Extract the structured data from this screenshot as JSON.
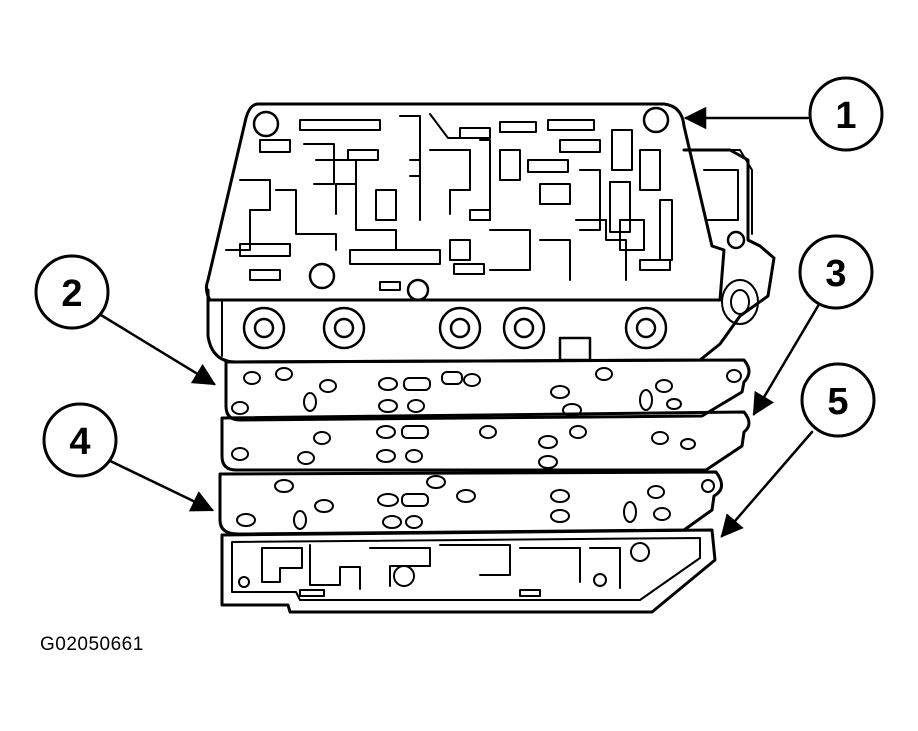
{
  "diagram": {
    "subject": "transmission valve body assembly exploded view",
    "callouts": [
      {
        "label": "1",
        "part": "upper valve body"
      },
      {
        "label": "2",
        "part": "separator plate gasket"
      },
      {
        "label": "3",
        "part": "separator plate"
      },
      {
        "label": "4",
        "part": "separator plate gasket"
      },
      {
        "label": "5",
        "part": "lower valve body"
      }
    ],
    "figure_code": "G02050661"
  }
}
